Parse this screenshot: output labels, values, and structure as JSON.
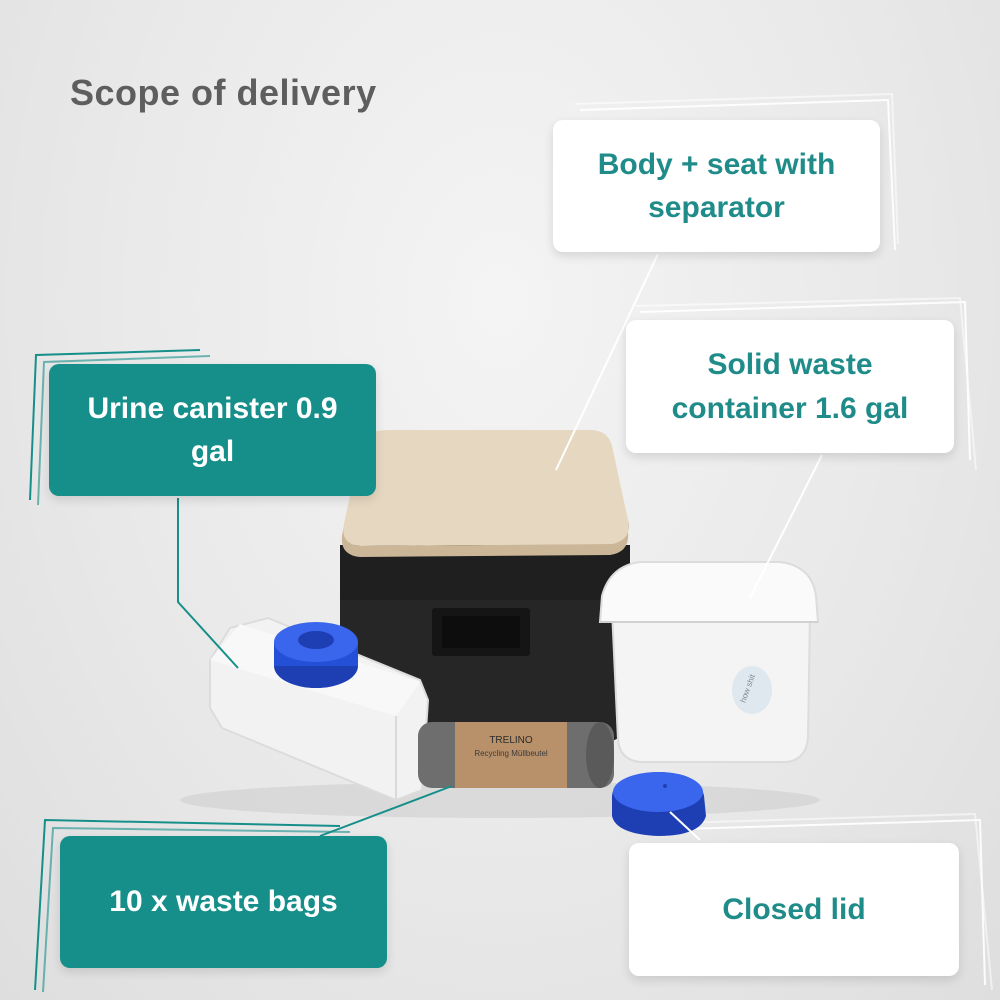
{
  "title": "Scope of delivery",
  "labels": {
    "body_seat": "Body + seat with separator",
    "solid_waste": "Solid waste container 1.6 gal",
    "urine_canister": "Urine canister 0.9 gal",
    "waste_bags": "10 x waste bags",
    "closed_lid": "Closed lid"
  },
  "product_print": {
    "bag_brand": "TRELINO",
    "bag_subtitle": "Recycling Müllbeutel",
    "bucket_logo": "how shit"
  },
  "colors": {
    "accent_teal": "#168f8a",
    "label_text_teal": "#1f8c8a",
    "title_grey": "#5e5e5e",
    "lid_blue": "#2450d8",
    "wood": "#e6d8c0",
    "toilet_body": "#262626"
  }
}
